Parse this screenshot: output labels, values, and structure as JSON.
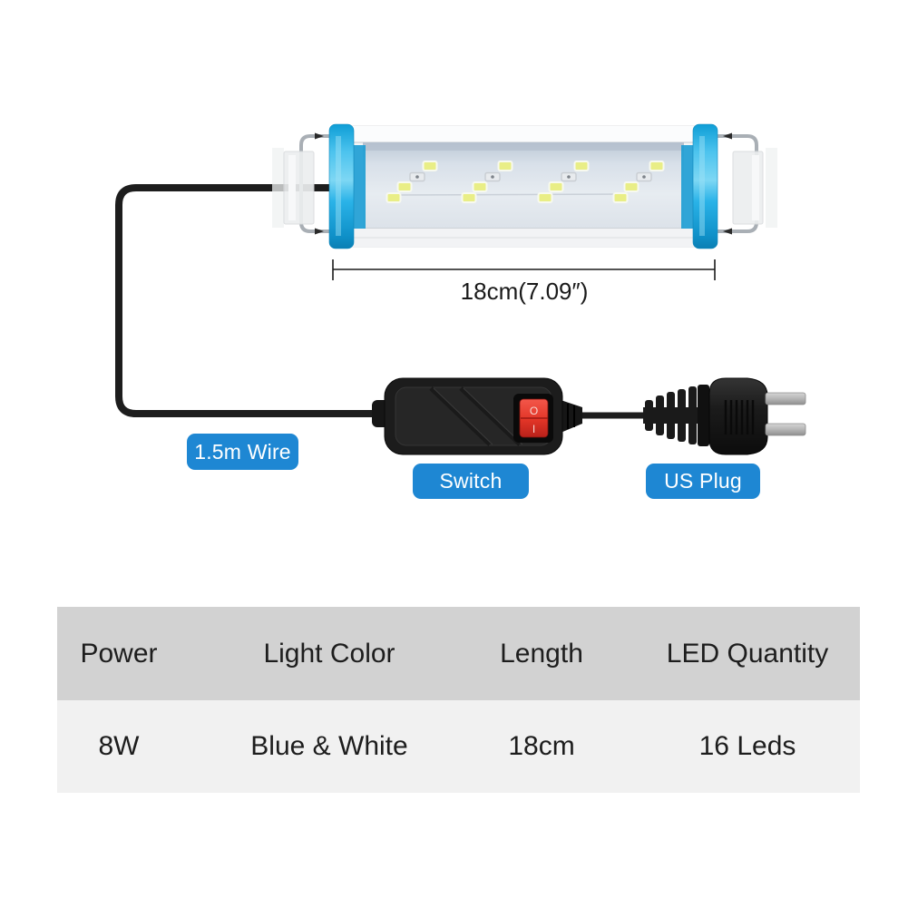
{
  "figure": {
    "dimension": {
      "label": "18cm(7.09″)"
    },
    "callouts": [
      {
        "id": "wire",
        "label": "1.5m Wire"
      },
      {
        "id": "switch",
        "label": "Switch"
      },
      {
        "id": "plug",
        "label": "US Plug"
      }
    ],
    "switch_markings": {
      "off": "O",
      "on": "I"
    },
    "leds": {
      "total": 16,
      "lit": 12,
      "unlit": 4,
      "groups": 4
    }
  },
  "spec_table": {
    "headers": [
      "Power",
      "Light Color",
      "Length",
      "LED Quantity"
    ],
    "values": [
      "8W",
      "Blue & White",
      "18cm",
      "16 Leds"
    ]
  },
  "colors": {
    "callout_blue": "#1e87d3",
    "cap_blue": "#29b2e7",
    "switch_red": "#e8382b",
    "wire_black": "#1d1d1d",
    "table_header_bg": "#d2d2d2",
    "table_row_bg": "#f1f1f1"
  }
}
